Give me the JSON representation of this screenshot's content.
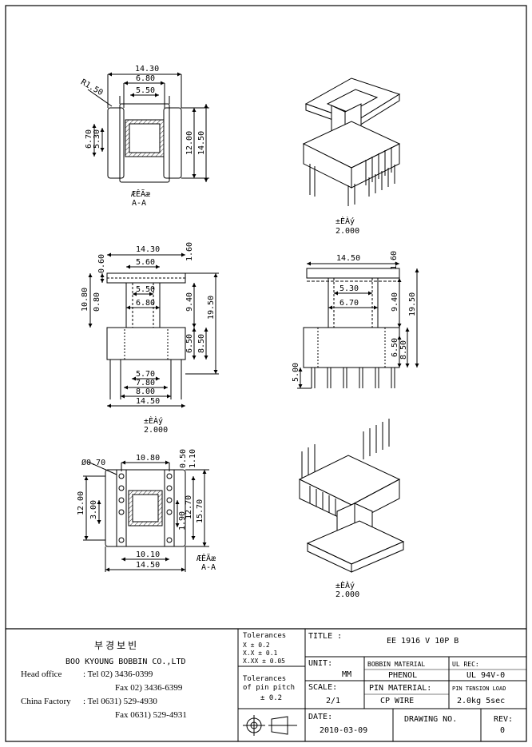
{
  "views": {
    "section_a": {
      "dims": {
        "overall_width": "14.30",
        "inner_width": "6.80",
        "core_width": "5.50",
        "radius": "R1.50",
        "outer_left": "6.70",
        "inner_left": "5.30",
        "inner_height": "12.00",
        "outer_height": "14.50"
      },
      "caption": "ÆÊÃæ",
      "caption2": "A-A"
    },
    "iso_top": {
      "caption": "±ÈÀý",
      "scale": "2.000"
    },
    "front": {
      "dims": {
        "top_width": "14.30",
        "top_inner": "5.60",
        "flange_left": "0.60",
        "flange_right": "1.60",
        "core_width": "5.50",
        "core_outer": "6.80",
        "left_height": "10.80",
        "left_flange": "0.80",
        "mid_height": "9.40",
        "total_height": "19.50",
        "base_a": "6.50",
        "base_b": "8.50",
        "pin_a": "5.70",
        "pin_b": "7.80",
        "pin_c": "8.00",
        "pin_d": "14.50"
      },
      "caption": "±ÈÀý",
      "scale": "2.000"
    },
    "side": {
      "dims": {
        "top_width": "14.50",
        "flange": "1.60",
        "core_width": "5.30",
        "core_outer": "6.70",
        "mid_height": "9.40",
        "total_height": "19.50",
        "base_a": "6.50",
        "base_b": "8.50",
        "pin_len": "5.00"
      }
    },
    "bottom": {
      "dims": {
        "hole_dia": "Ø0.70",
        "pin_span": "10.80",
        "off_a": "0.50",
        "off_b": "1.10",
        "left_height": "12.00",
        "pitch_left": "3.00",
        "pitch_right": "1.90",
        "right_a": "12.70",
        "right_b": "15.70",
        "width_a": "10.10",
        "width_b": "14.50"
      },
      "caption": "ÆÊÃæ",
      "caption2": "A-A"
    },
    "iso_bottom": {
      "caption": "±ÈÀý",
      "scale": "2.000"
    }
  },
  "company": {
    "korean_name": "부 경 보 빈",
    "name": "BOO KYOUNG BOBBIN CO.,LTD",
    "head_label": "Head office",
    "head_tel": ": Tel  02) 3436-0399",
    "head_fax": "Fax  02) 3436-6399",
    "china_label": "China Factory",
    "china_tel": ": Tel 0631) 529-4930",
    "china_fax": "Fax 0631) 529-4931"
  },
  "tolerances": {
    "header": "Tolerances",
    "x": "X     ±  0.2",
    "xx": "X.X    ±  0.1",
    "xxx": "X.XX  ±  0.05",
    "pitch_label1": "Tolerances",
    "pitch_label2": "of pin pitch",
    "pitch_value": "± 0.2"
  },
  "title_block": {
    "title_label": "TITLE :",
    "title": "EE 1916 V 10P B",
    "unit_label": "UNIT:",
    "unit": "MM",
    "bobbin_label": "BOBBIN MATERIAL",
    "bobbin": "PHENOL",
    "ul_label": "UL REC:",
    "ul": "UL 94V-0",
    "scale_label": "SCALE:",
    "scale": "2/1",
    "pin_label": "PIN MATERIAL:",
    "pin": "CP WIRE",
    "tension_label": "PIN TENSION LOAD",
    "tension": "2.0kg 5sec",
    "date_label": "DATE:",
    "date": "2010-03-09",
    "drawing_label": "DRAWING NO.",
    "rev_label": "REV:",
    "rev": "0"
  }
}
